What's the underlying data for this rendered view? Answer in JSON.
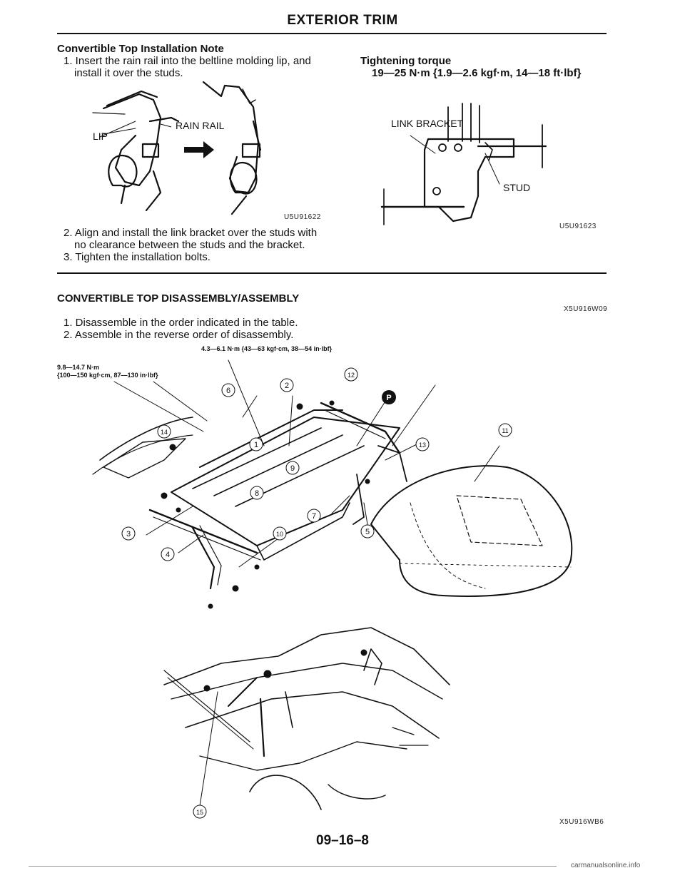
{
  "header": {
    "title": "EXTERIOR TRIM"
  },
  "install_note": {
    "heading": "Convertible Top Installation Note",
    "step1_line1": "1. Insert the rain rail into the beltline molding lip, and",
    "step1_line2": "install it over the studs.",
    "step2_line1": "2. Align and install the link bracket over the studs with",
    "step2_line2": "no clearance between the studs and the bracket.",
    "step3": "3. Tighten the installation bolts."
  },
  "torque": {
    "heading": "Tightening torque",
    "value": "19—25 N·m {1.9—2.6 kgf·m, 14—18 ft·lbf}"
  },
  "figure_rain_rail": {
    "label_lip": "LIP",
    "label_rain_rail": "RAIN RAIL",
    "code": "U5U91622"
  },
  "figure_link_bracket": {
    "label_link_bracket": "LINK BRACKET",
    "label_stud": "STUD",
    "code": "U5U91623"
  },
  "section": {
    "title": "CONVERTIBLE TOP DISASSEMBLY/ASSEMBLY",
    "code": "X5U916W09",
    "step1": "1. Disassemble in the order indicated in the table.",
    "step2": "2. Assemble in the reverse order of disassembly."
  },
  "exploded_view": {
    "torque_top": "4.3—6.1 N·m {43—63 kgf·cm, 38—54 in·lbf}",
    "torque_left_line1": "9.8—14.7 N·m",
    "torque_left_line2": "{100—150 kgf·cm, 87—130 in·lbf}",
    "callouts": [
      "1",
      "2",
      "3",
      "4",
      "5",
      "6",
      "7",
      "8",
      "9",
      "10",
      "11",
      "12",
      "13",
      "14",
      "15"
    ],
    "symbol_p": "P",
    "code": "X5U916WB6"
  },
  "footer": {
    "page_number": "09–16–8",
    "watermark": "carmanualsonline.info"
  }
}
